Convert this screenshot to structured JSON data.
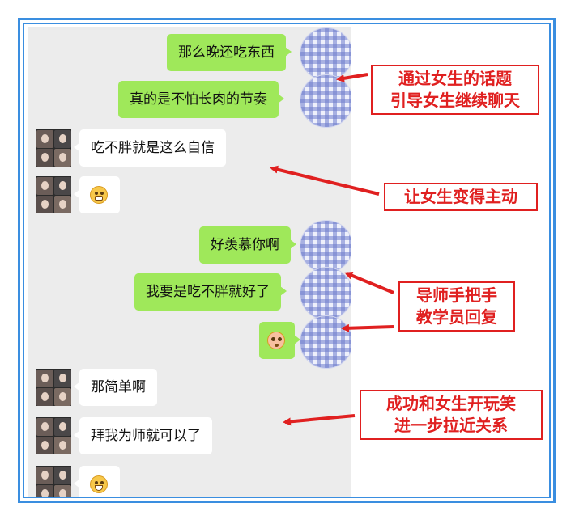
{
  "chat": {
    "messages": [
      {
        "side": "right",
        "text": "那么晚还吃东西"
      },
      {
        "side": "right",
        "text": "真的是不怕长肉的节奏"
      },
      {
        "side": "left",
        "text": "吃不胖就是这么自信"
      },
      {
        "side": "left",
        "emoji": "grimace-emoji"
      },
      {
        "side": "right",
        "text": "好羡慕你啊"
      },
      {
        "side": "right",
        "text": "我要是吃不胖就好了"
      },
      {
        "side": "right",
        "emoji": "flushed-emoji"
      },
      {
        "side": "left",
        "text": "那简单啊"
      },
      {
        "side": "left",
        "text": "拜我为师就可以了"
      },
      {
        "side": "left",
        "emoji": "grin-emoji"
      }
    ]
  },
  "annotations": [
    {
      "lines": [
        "通过女生的话题",
        "引导女生继续聊天"
      ]
    },
    {
      "lines": [
        "让女生变得主动"
      ]
    },
    {
      "lines": [
        "导师手把手",
        "教学员回复"
      ]
    },
    {
      "lines": [
        "成功和女生开玩笑",
        "进一步拉近关系"
      ]
    }
  ],
  "colors": {
    "frame": "#3a8ee0",
    "chat_background": "#ececec",
    "right_bubble": "#9fe85a",
    "left_bubble": "#ffffff",
    "annotation": "#e02020"
  }
}
